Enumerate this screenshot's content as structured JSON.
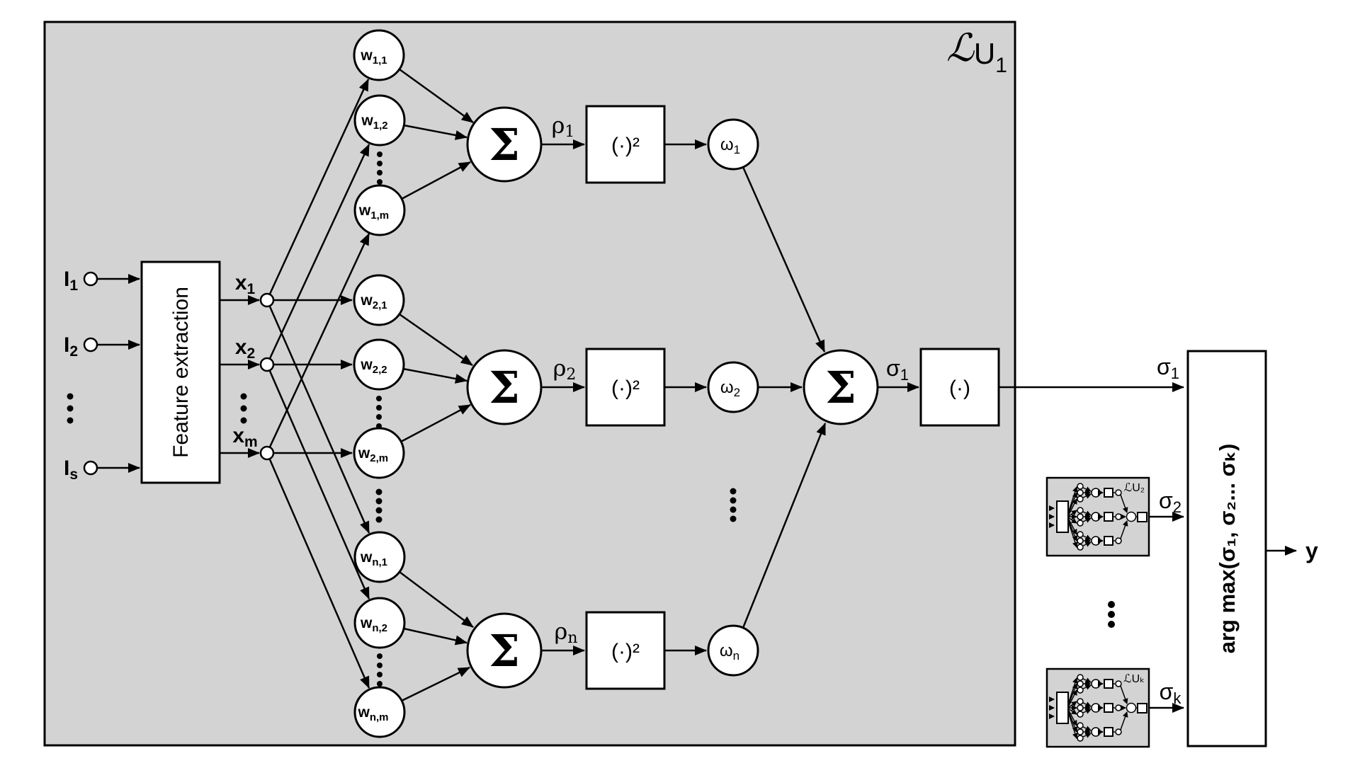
{
  "diagram": {
    "unit1_title": {
      "script": "ℒ",
      "main": "U",
      "sub": "1"
    },
    "inputs": [
      {
        "main": "I",
        "sub": "1"
      },
      {
        "main": "I",
        "sub": "2"
      },
      {
        "main": "I",
        "sub": "s"
      }
    ],
    "feature_extraction": "Feature extraction",
    "features": [
      {
        "main": "x",
        "sub": "1"
      },
      {
        "main": "x",
        "sub": "2"
      },
      {
        "main": "x",
        "sub": "m"
      }
    ],
    "weight_rows": [
      {
        "nodes": [
          {
            "main": "w",
            "sub": "1,1"
          },
          {
            "main": "w",
            "sub": "1,2"
          },
          {
            "main": "w",
            "sub": "1,m"
          }
        ],
        "sum": "Σ",
        "rho": {
          "main": "ρ",
          "sub": "1"
        },
        "square": "(·)²",
        "omega": {
          "main": "ω",
          "sub": "1"
        }
      },
      {
        "nodes": [
          {
            "main": "w",
            "sub": "2,1"
          },
          {
            "main": "w",
            "sub": "2,2"
          },
          {
            "main": "w",
            "sub": "2,m"
          }
        ],
        "sum": "Σ",
        "rho": {
          "main": "ρ",
          "sub": "2"
        },
        "square": "(·)²",
        "omega": {
          "main": "ω",
          "sub": "2"
        }
      },
      {
        "nodes": [
          {
            "main": "w",
            "sub": "n,1"
          },
          {
            "main": "w",
            "sub": "n,2"
          },
          {
            "main": "w",
            "sub": "n,m"
          }
        ],
        "sum": "Σ",
        "rho": {
          "main": "ρ",
          "sub": "n"
        },
        "square": "(·)²",
        "omega": {
          "main": "ω",
          "sub": "n"
        }
      }
    ],
    "final_sum": "Σ",
    "sigma1": {
      "main": "σ",
      "sub": "1"
    },
    "activation": "(·)",
    "sigma1_out": {
      "main": "σ",
      "sub": "1"
    },
    "sub_units": [
      {
        "title": "ℒU₂",
        "sigma": {
          "main": "σ",
          "sub": "2"
        }
      },
      {
        "title": "ℒUₖ",
        "sigma": {
          "main": "σ",
          "sub": "k"
        }
      }
    ],
    "argmax": "arg max(σ₁, σ₂... σₖ)",
    "output": "y"
  },
  "colors": {
    "panel": "#d3d3d3",
    "node_fill": "#ffffff",
    "stroke": "#000000",
    "background": "#ffffff"
  }
}
